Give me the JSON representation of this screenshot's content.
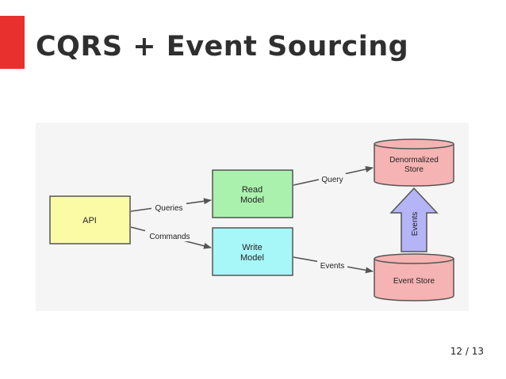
{
  "slide": {
    "title": "CQRS + Event Sourcing",
    "page_current": "12",
    "page_separator": "/",
    "page_total": "13",
    "accent_color": "#e8312f"
  },
  "diagram": {
    "nodes": {
      "api": {
        "label": "API",
        "color": "#fbfba6"
      },
      "read_model": {
        "label_line1": "Read",
        "label_line2": "Model",
        "color": "#aaf1ad"
      },
      "write_model": {
        "label_line1": "Write",
        "label_line2": "Model",
        "color": "#a8f7f8"
      },
      "denormalized_store": {
        "label_line1": "Denormalized",
        "label_line2": "Store",
        "color": "#f6b3b3"
      },
      "event_store": {
        "label": "Event Store",
        "color": "#f6b3b3"
      }
    },
    "edges": {
      "queries": "Queries",
      "commands": "Commands",
      "query": "Query",
      "events": "Events",
      "events_upward": "Events"
    },
    "upward_arrow_color": "#b4b4f7"
  }
}
